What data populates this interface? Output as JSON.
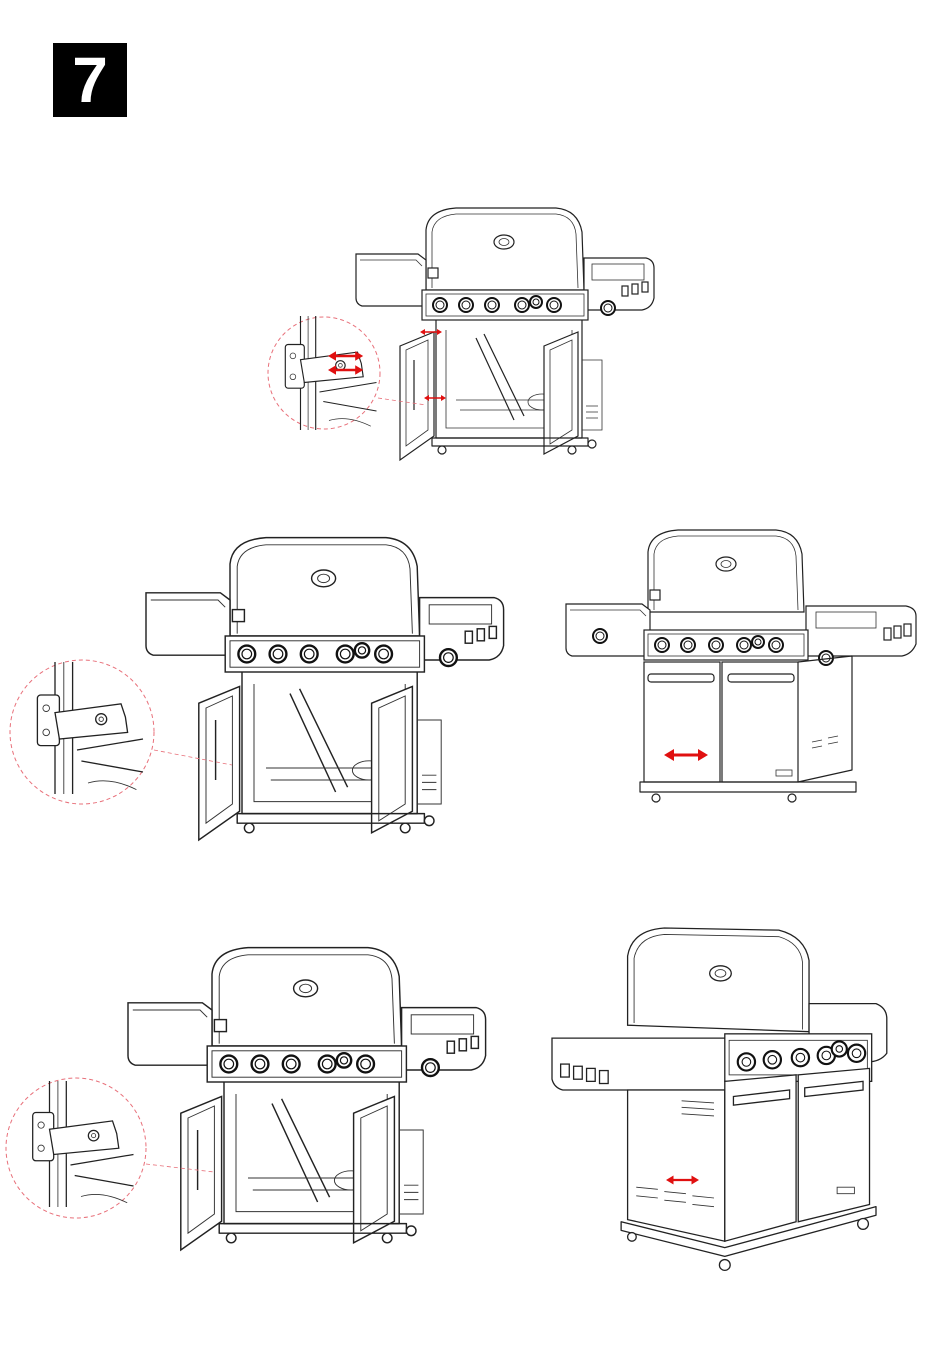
{
  "step": {
    "number": "7"
  },
  "colors": {
    "arrow": "#e01010",
    "detail_outline": "#e8707a",
    "badge_bg": "#000000"
  },
  "illustrations": [
    {
      "id": "view-1",
      "description_icon": "grill-doors-open-hinge-detail"
    },
    {
      "id": "view-2",
      "description_icon": "grill-doors-open-hinge-detail"
    },
    {
      "id": "view-3",
      "description_icon": "grill-doors-closed-front"
    },
    {
      "id": "view-4",
      "description_icon": "grill-doors-open-hinge-detail"
    },
    {
      "id": "view-5",
      "description_icon": "grill-side-three-quarter"
    }
  ]
}
